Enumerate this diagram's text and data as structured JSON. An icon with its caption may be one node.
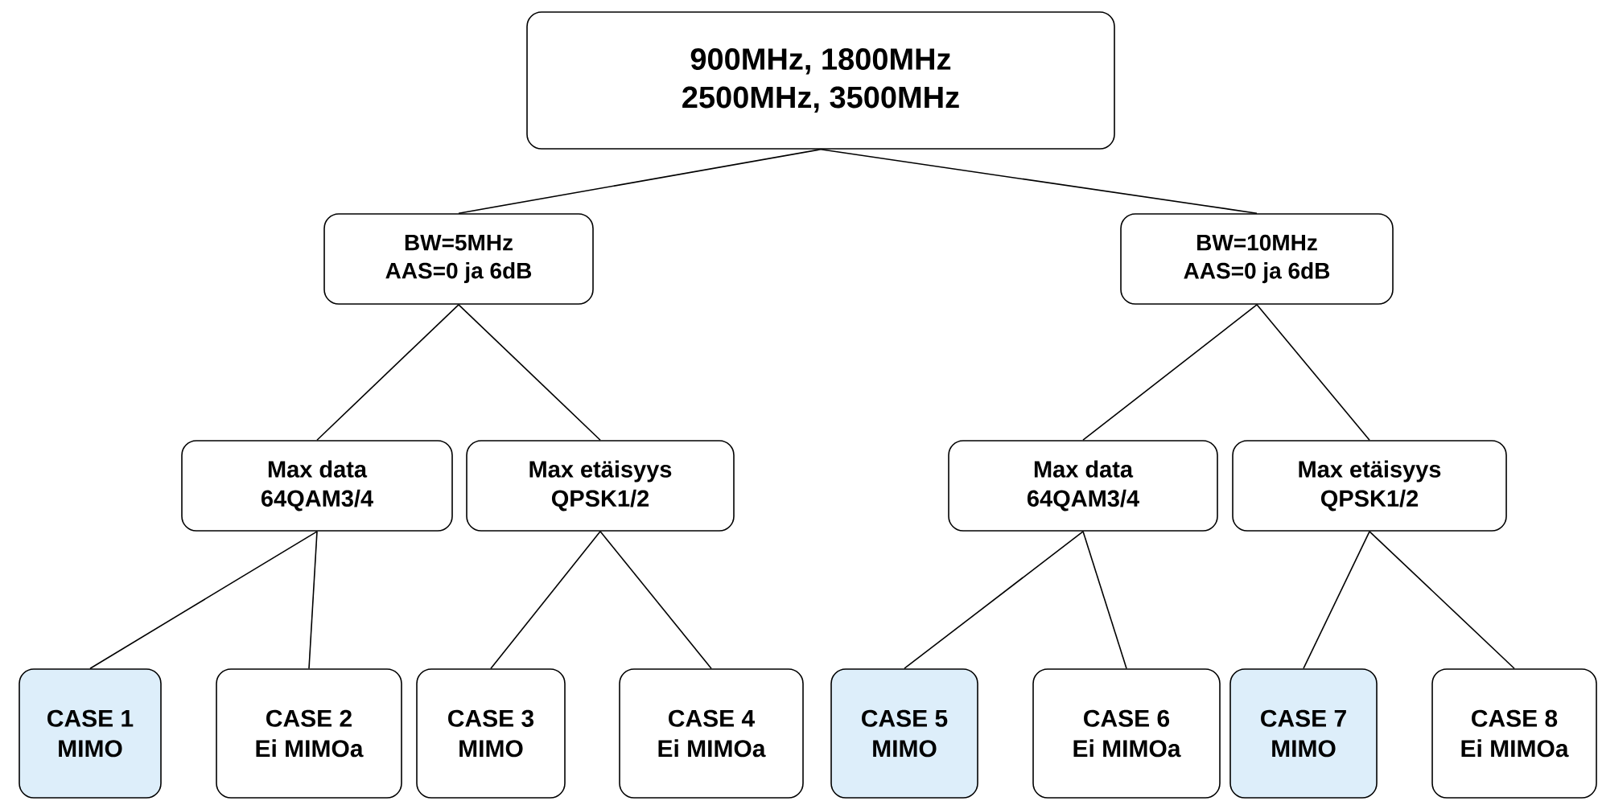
{
  "diagram": {
    "nodes": [
      {
        "text": [
          "900MHz, 1800MHz",
          "2500MHz, 3500MHz"
        ]
      },
      {
        "text": [
          "BW=5MHz",
          "AAS=0 ja 6dB"
        ]
      },
      {
        "text": [
          "BW=10MHz",
          "AAS=0 ja 6dB"
        ]
      },
      {
        "text": [
          "Max data",
          "64QAM3/4"
        ]
      },
      {
        "text": [
          "Max etäisyys",
          "QPSK1/2"
        ]
      },
      {
        "text": [
          "Max data",
          "64QAM3/4"
        ]
      },
      {
        "text": [
          "Max etäisyys",
          "QPSK1/2"
        ]
      },
      {
        "text": [
          "CASE 1",
          "MIMO"
        ]
      },
      {
        "text": [
          "CASE 2",
          "Ei MIMOa"
        ]
      },
      {
        "text": [
          "CASE 3",
          "MIMO"
        ]
      },
      {
        "text": [
          "CASE 4",
          "Ei MIMOa"
        ]
      },
      {
        "text": [
          "CASE 5",
          "MIMO"
        ]
      },
      {
        "text": [
          "CASE 6",
          "Ei MIMOa"
        ]
      },
      {
        "text": [
          "CASE 7",
          "MIMO"
        ]
      },
      {
        "text": [
          "CASE 8",
          "Ei MIMOa"
        ]
      }
    ],
    "edges": [
      {
        "from": 0,
        "to": 1,
        "arrow": "none"
      },
      {
        "from": 0,
        "to": 2,
        "arrow": "none"
      },
      {
        "from": 1,
        "to": 3,
        "arrow": "none"
      },
      {
        "from": 1,
        "to": 4,
        "arrow": "none"
      },
      {
        "from": 2,
        "to": 5,
        "arrow": "none"
      },
      {
        "from": 2,
        "to": 6,
        "arrow": "none"
      },
      {
        "from": 3,
        "to": 7,
        "arrow": "none"
      },
      {
        "from": 3,
        "to": 8,
        "arrow": "none"
      },
      {
        "from": 4,
        "to": 9,
        "arrow": "none"
      },
      {
        "from": 4,
        "to": 10,
        "arrow": "none"
      },
      {
        "from": 5,
        "to": 11,
        "arrow": "none"
      },
      {
        "from": 5,
        "to": 12,
        "arrow": "none"
      },
      {
        "from": 6,
        "to": 13,
        "arrow": "none"
      },
      {
        "from": 6,
        "to": 14,
        "arrow": "none"
      }
    ]
  }
}
